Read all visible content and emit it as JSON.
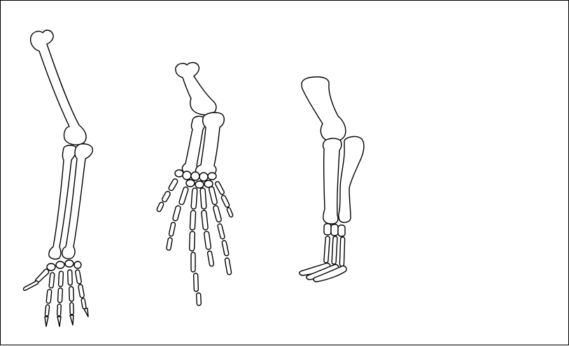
{
  "figure": {
    "background": "#ffffff",
    "stroke_color": "#000000",
    "limbs": [
      {
        "id": "limb-1",
        "depicts": "forelimb-skeleton-with-long-humerus-radius-ulna-and-five-digits"
      },
      {
        "id": "limb-2",
        "depicts": "forelimb-skeleton-with-broad-forearm-and-long-fanned-digits"
      },
      {
        "id": "limb-3",
        "depicts": "forelimb-skeleton-with-paired-forearm-and-short-foot"
      }
    ]
  }
}
